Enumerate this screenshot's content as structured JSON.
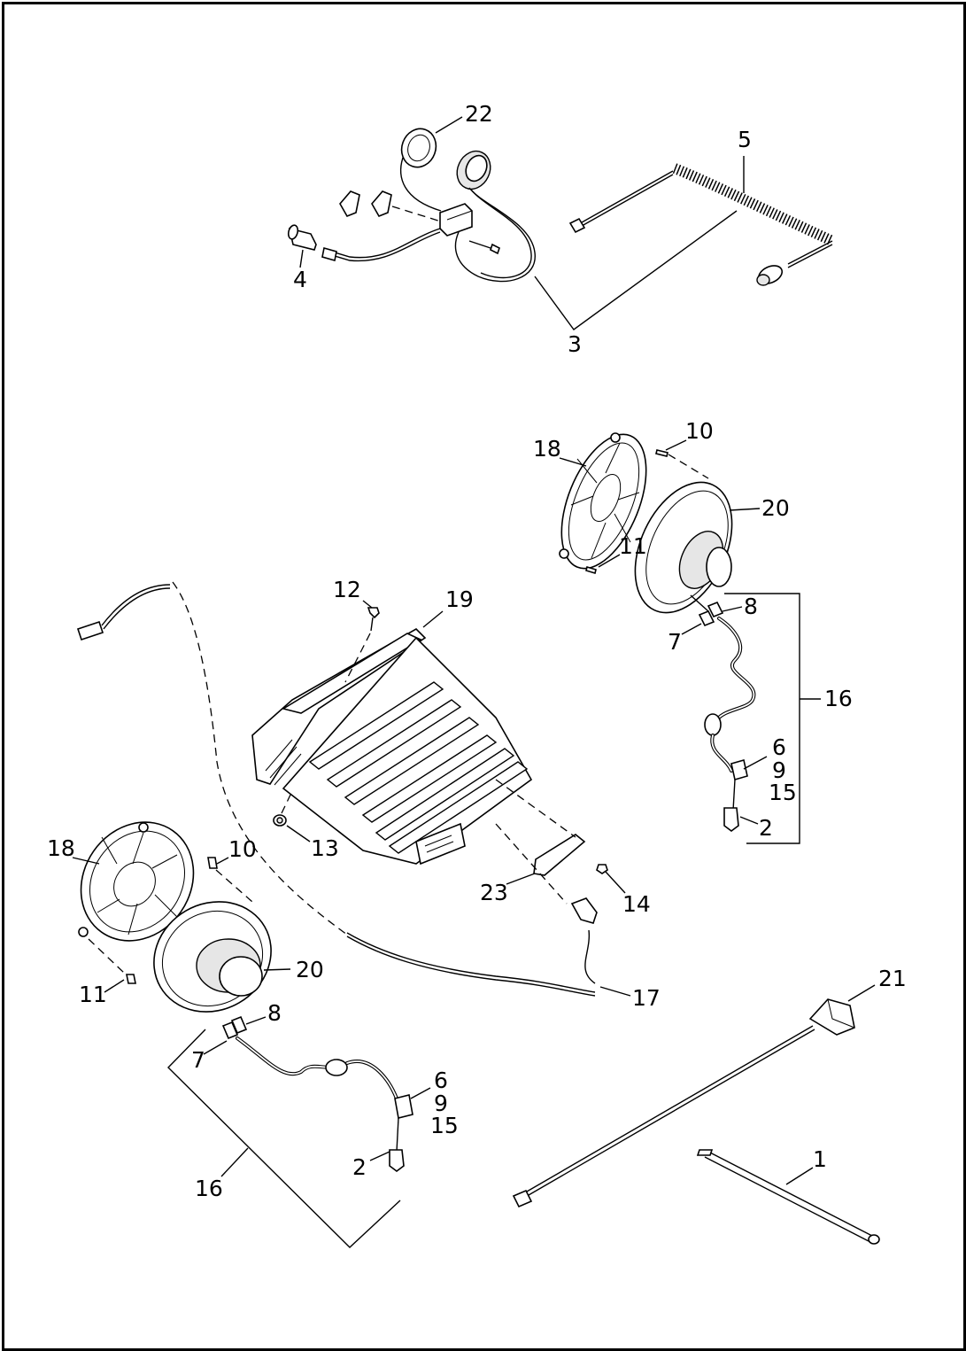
{
  "diagram": {
    "callouts": {
      "c22": "22",
      "c5": "5",
      "c4": "4",
      "c3": "3",
      "c10a": "10",
      "c18a": "18",
      "c20a": "20",
      "c11a": "11",
      "c12": "12",
      "c19": "19",
      "c8a": "8",
      "c7a": "7",
      "c16a": "16",
      "c6a": "6",
      "c9a": "9",
      "c15a": "15",
      "c2a": "2",
      "c13": "13",
      "c18b": "18",
      "c10b": "10",
      "c23": "23",
      "c14": "14",
      "c20b": "20",
      "c11b": "11",
      "c17": "17",
      "c8b": "8",
      "c7b": "7",
      "c6b": "6",
      "c9b": "9",
      "c15b": "15",
      "c2b": "2",
      "c16b": "16",
      "c21": "21",
      "c1": "1"
    }
  }
}
